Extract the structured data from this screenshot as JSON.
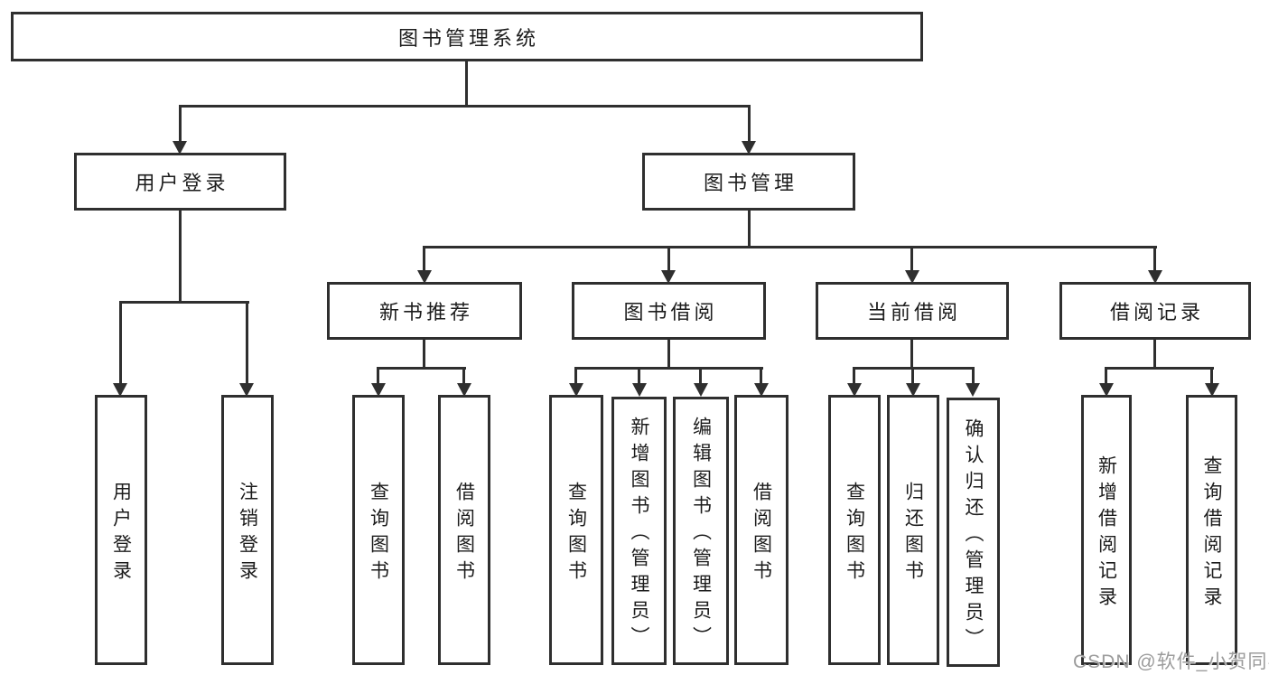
{
  "hierarchy": {
    "root": {
      "label": "图书管理系统"
    },
    "login": {
      "label": "用户登录",
      "children": [
        {
          "label": "用户登录"
        },
        {
          "label": "注销登录"
        }
      ]
    },
    "management": {
      "label": "图书管理",
      "sections": [
        {
          "label": "新书推荐",
          "children": [
            {
              "label": "查询图书"
            },
            {
              "label": "借阅图书"
            }
          ]
        },
        {
          "label": "图书借阅",
          "children": [
            {
              "label": "查询图书"
            },
            {
              "label": "新增图书（管理员）"
            },
            {
              "label": "编辑图书（管理员）"
            },
            {
              "label": "借阅图书"
            }
          ]
        },
        {
          "label": "当前借阅",
          "children": [
            {
              "label": "查询图书"
            },
            {
              "label": "归还图书"
            },
            {
              "label": "确认归还（管理员）"
            }
          ]
        },
        {
          "label": "借阅记录",
          "children": [
            {
              "label": "新增借阅记录"
            },
            {
              "label": "查询借阅记录"
            }
          ]
        }
      ]
    }
  },
  "watermark": {
    "text": "CSDN @软件_小贺同学"
  },
  "colors": {
    "line": "#2f2f2f",
    "text": "#1c1c1c",
    "bg": "#ffffff",
    "wm": "#9c9c9c"
  }
}
